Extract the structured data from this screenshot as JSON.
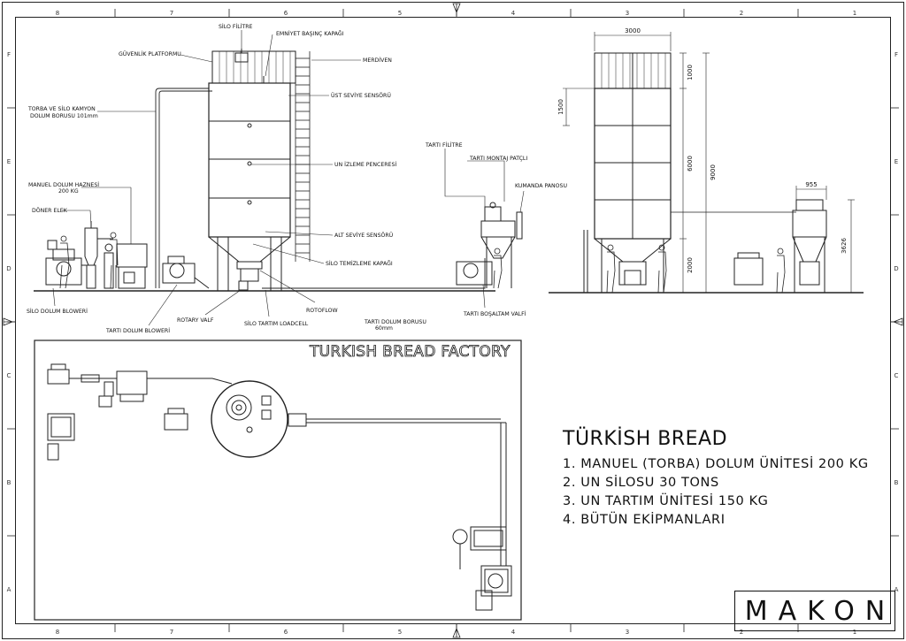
{
  "sheet": {
    "column_labels": [
      "8",
      "7",
      "6",
      "5",
      "4",
      "3",
      "2",
      "1"
    ],
    "row_labels": [
      "F",
      "E",
      "D",
      "C",
      "B",
      "A"
    ]
  },
  "elevation_labels": {
    "silo_filter": "SİLO FİLİTRE",
    "relief_valve": "EMNİYET BAŞINÇ KAPAĞI",
    "safety_platform": "GÜVENLİK PLATFORMU",
    "ladder": "MERDİVEN",
    "fill_pipe_1": "TORBA VE SİLO KAMYON",
    "fill_pipe_2": "DOLUM BORUSU 101mm",
    "high_level": "ÜST SEVİYE SENSÖRÜ",
    "sight_window": "UN İZLEME PENCERESİ",
    "manual_hopper_1": "MANUEL DOLUM HAZNESİ",
    "manual_hopper_2": "200 KG",
    "rotary_sieve": "DÖNER ELEK",
    "low_level": "ALT SEVİYE SENSÖRÜ",
    "cleaning_door": "SİLO TEMİZLEME KAPAĞI",
    "silo_blower": "SİLO DOLUM BLOWERİ",
    "scale_blower": "TARTI DOLUM BLOWERİ",
    "rotary_valve": "ROTARY VALF",
    "loadcell": "SİLO TARTIM LOADCELL",
    "rotoflow": "ROTOFLOW",
    "scale_pipe_1": "TARTI DOLUM BORUSU",
    "scale_pipe_2": "60mm",
    "discharge_valve": "TARTI BOŞALTAM VALFİ",
    "scale_filter": "TARTI FİLİTRE",
    "mount_lug": "TARTI MONTAJ PATÇLI",
    "control_panel": "KUMANDA PANOSU"
  },
  "dimensions": {
    "silo_width": "3000",
    "top_section": "1000",
    "side_1500": "1500",
    "body_6000": "6000",
    "total_9000": "9000",
    "legs_2000": "2000",
    "scale_width": "955",
    "scale_height": "3626"
  },
  "plan": {
    "title": "TURKISH BREAD FACTORY"
  },
  "legend": {
    "title": "TÜRKİSH BREAD",
    "items": [
      "1. MANUEL (TORBA) DOLUM ÜNİTESİ 200 KG",
      "2. UN SİLOSU 30 TONS",
      "3. UN TARTIM ÜNİTESİ 150 KG",
      "4. BÜTÜN EKİPMANLARI"
    ]
  },
  "brand": {
    "name": "MAKON"
  }
}
